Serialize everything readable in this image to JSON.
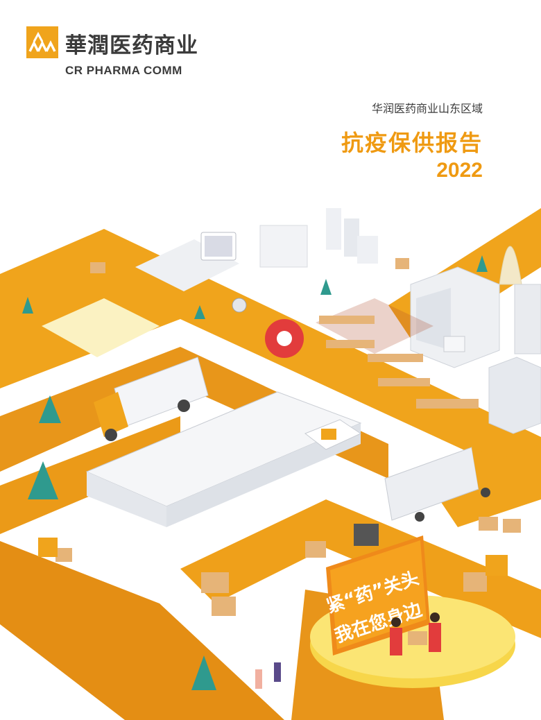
{
  "brand": {
    "name_cn": "華潤医药商业",
    "name_en": "CR PHARMA COMM",
    "logo": "cr-pharma-logo-icon",
    "color_accent": "#f0a41c"
  },
  "header": {
    "subtitle": "华润医药商业山东区域",
    "title": "抗疫保供报告",
    "year": "2022"
  },
  "banner": {
    "line1": "紧“药”关头",
    "line2": "我在您身边"
  },
  "colors": {
    "road": "#f0a41c",
    "road_dark": "#d88a12",
    "building": "#e9ebef",
    "box": "#e6b478"
  }
}
